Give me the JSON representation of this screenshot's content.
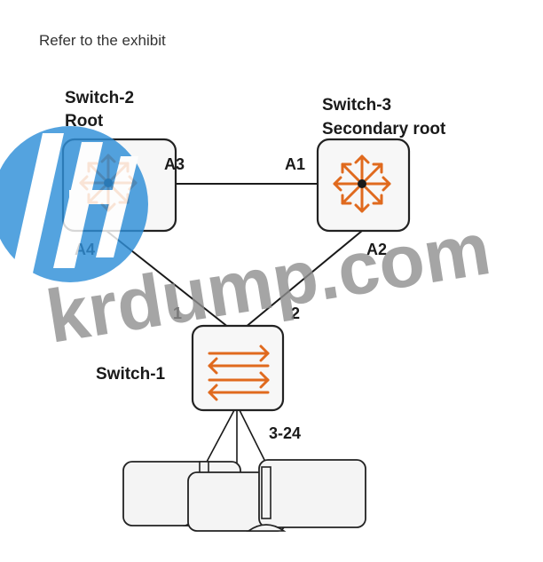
{
  "intro_text": "Refer to the exhibit",
  "switches": {
    "switch2": {
      "name": "Switch-2",
      "role": "Root"
    },
    "switch3": {
      "name": "Switch-3",
      "role": "Secondary root"
    },
    "switch1": {
      "name": "Switch-1"
    }
  },
  "ports": {
    "a3": "A3",
    "a1": "A1",
    "a4": "A4",
    "a2": "A2",
    "p1": "1",
    "p2": "2",
    "p3_24": "3-24"
  },
  "watermark": {
    "text": "krdump.com",
    "logo_color": "#2f8fd8",
    "text_color": "#8f8f8f"
  },
  "colors": {
    "device_arrow": "#e06a1e",
    "device_border": "#222222",
    "device_fill": "#f7f7f7",
    "link": "#1a1a1a"
  }
}
